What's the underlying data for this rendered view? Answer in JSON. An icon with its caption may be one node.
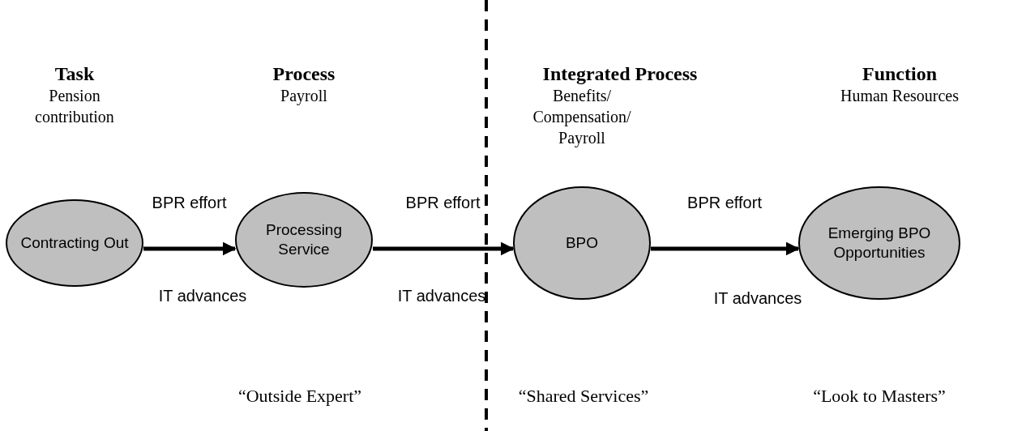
{
  "diagram": {
    "nodes": [
      {
        "text": [
          "Contracting Out"
        ]
      },
      {
        "text": [
          "Processing Service"
        ]
      },
      {
        "text": [
          "BPO"
        ]
      },
      {
        "text": [
          "Emerging BPO Opportunities"
        ]
      }
    ],
    "edges": [
      {
        "from": 0,
        "to": 1,
        "arrow": "to",
        "label": "BPR effort"
      },
      {
        "from": 1,
        "to": 2,
        "arrow": "to",
        "label": "BPR effort"
      },
      {
        "from": 2,
        "to": 3,
        "arrow": "to",
        "label": "BPR effort"
      }
    ],
    "labels": [
      "Task",
      "Pension contribution",
      "Process",
      "Payroll",
      "Integrated Process",
      "Benefits/ Compensation/ Payroll",
      "Function",
      "Human Resources",
      "IT advances",
      "IT advances",
      "IT advances",
      "“Outside Expert”",
      "“Shared Services”",
      "“Look to Masters”"
    ]
  }
}
